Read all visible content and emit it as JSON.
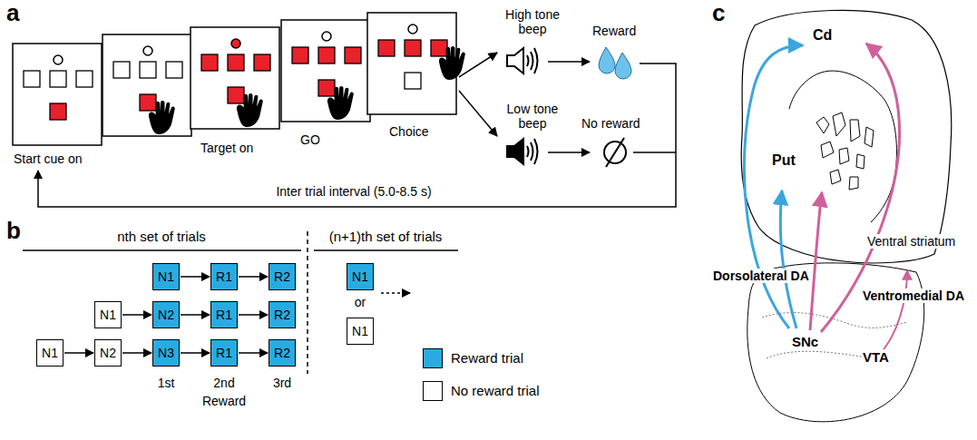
{
  "diagram": {
    "nodes": [
      {
        "text": [
          "N1"
        ]
      },
      {
        "text": [
          "R1"
        ]
      },
      {
        "text": [
          "R2"
        ]
      },
      {
        "text": [
          "N1"
        ]
      },
      {
        "text": [
          "N2"
        ]
      },
      {
        "text": [
          "R1"
        ]
      },
      {
        "text": [
          "R2"
        ]
      },
      {
        "text": [
          "N1"
        ]
      },
      {
        "text": [
          "N2"
        ]
      },
      {
        "text": [
          "N3"
        ]
      },
      {
        "text": [
          "R1"
        ]
      },
      {
        "text": [
          "R2"
        ]
      },
      {
        "text": [
          "N1"
        ]
      },
      {
        "text": [
          "N1"
        ]
      }
    ],
    "edges": [
      {
        "from": 0,
        "to": 1,
        "arrow": "to"
      },
      {
        "from": 1,
        "to": 2,
        "arrow": "to"
      },
      {
        "from": 3,
        "to": 4,
        "arrow": "to"
      },
      {
        "from": 4,
        "to": 5,
        "arrow": "to"
      },
      {
        "from": 5,
        "to": 6,
        "arrow": "to"
      },
      {
        "from": 7,
        "to": 8,
        "arrow": "to"
      },
      {
        "from": 8,
        "to": 9,
        "arrow": "to"
      },
      {
        "from": 9,
        "to": 10,
        "arrow": "to"
      },
      {
        "from": 10,
        "to": 11,
        "arrow": "to"
      }
    ],
    "labels": [
      "a",
      "Start cue on",
      "Target on",
      "GO",
      "Choice",
      "High tone beep",
      "Reward",
      "Low tone beep",
      "No reward",
      "Inter trial interval (5.0-8.5 s)",
      "b",
      "nth set of trials",
      "(n+1)th set of trials",
      "1st",
      "2nd",
      "3rd",
      "Reward",
      "or",
      "c",
      "Cd",
      "Put",
      "Ventral striatum",
      "Dorsolateral DA",
      "Ventromedial DA",
      "SNc",
      "VTA"
    ],
    "legend": [
      {
        "text": "Reward trial",
        "color": "#29abe2"
      },
      {
        "text": "No reward trial",
        "color": "#ffffff"
      }
    ]
  }
}
